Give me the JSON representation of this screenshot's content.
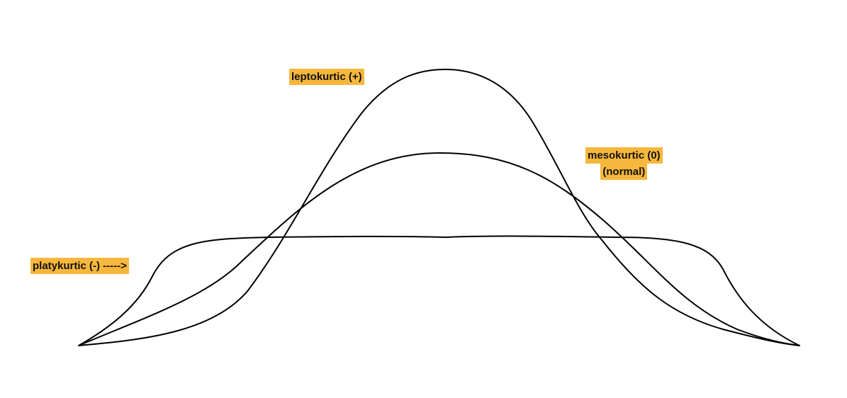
{
  "labels": {
    "leptokurtic": "leptokurtic (+)",
    "mesokurtic_line1": "mesokurtic (0)",
    "mesokurtic_line2": "(normal)",
    "platykurtic": "platykurtic (-) ----->"
  },
  "colors": {
    "label_highlight": "#f6b73c",
    "curve_stroke": "#000000",
    "background": "#ffffff"
  }
}
